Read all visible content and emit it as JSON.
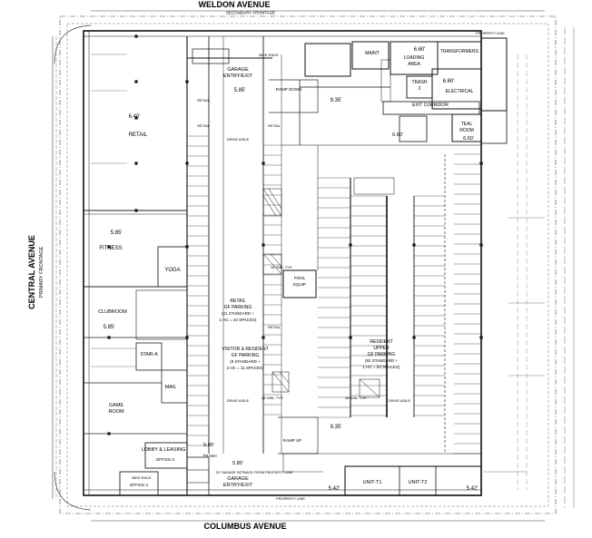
{
  "streets": {
    "north": {
      "name": "WELDON AVENUE",
      "sub": "SECONDARY FRONTAGE"
    },
    "south": {
      "name": "COLUMBUS AVENUE",
      "sub": ""
    },
    "west": {
      "name": "CENTRAL AVENUE",
      "sub": "PRIMARY FRONTAGE"
    }
  },
  "rooms": [
    {
      "id": "retail-a",
      "label": "RETAIL",
      "sub": ""
    },
    {
      "id": "fitness",
      "label": "FITNESS",
      "sub": ""
    },
    {
      "id": "yoga",
      "label": "YOGA",
      "sub": ""
    },
    {
      "id": "clubroom",
      "label": "CLUBROOM",
      "sub": ""
    },
    {
      "id": "stair-a",
      "label": "STAIR-A",
      "sub": ""
    },
    {
      "id": "mail",
      "label": "MAIL",
      "sub": ""
    },
    {
      "id": "game-room",
      "label": "GAME",
      "sub": "ROOM"
    },
    {
      "id": "lobby",
      "label": "LOBBY & LEASING",
      "sub": ""
    },
    {
      "id": "office-2",
      "label": "OFFICE-2",
      "sub": ""
    },
    {
      "id": "office-1",
      "label": "OFFICE-1",
      "sub": ""
    },
    {
      "id": "trash-s",
      "label": "TRASH",
      "sub": ""
    },
    {
      "id": "garage-top",
      "label": "GARAGE",
      "sub": "ENTRY/EXIT"
    },
    {
      "id": "garage-bot",
      "label": "GARAGE",
      "sub": "ENTRY/EXIT"
    },
    {
      "id": "loading",
      "label": "LOADING",
      "sub": "AREA"
    },
    {
      "id": "maint",
      "label": "MAINT",
      "sub": ""
    },
    {
      "id": "transformers",
      "label": "TRANSFORMERS",
      "sub": ""
    },
    {
      "id": "trash-2",
      "label": "TRASH",
      "sub": "2"
    },
    {
      "id": "electrical",
      "label": "ELECTRICAL",
      "sub": ""
    },
    {
      "id": "exit-corridor",
      "label": "EXIT CORRIDOR",
      "sub": ""
    },
    {
      "id": "teal-room",
      "label": "TEAL",
      "sub": "ROOM"
    },
    {
      "id": "pool-equip",
      "label": "POOL",
      "sub": "EQUIP"
    },
    {
      "id": "unit-t1",
      "label": "UNIT-T1",
      "sub": ""
    },
    {
      "id": "unit-t2",
      "label": "UNIT-T2",
      "sub": ""
    }
  ],
  "parking_blocks": [
    {
      "id": "retail-parking",
      "lines": [
        "RETAIL",
        "GF PARKING",
        "(21 STANDARD +",
        "1 HC = 22 SPACES)"
      ]
    },
    {
      "id": "visitor-parking",
      "lines": [
        "VISITOR & RESIDENT",
        "GF PARKING",
        "(9 STANDARD +",
        "2 HC = 11 SPACES)"
      ]
    },
    {
      "id": "resident-parking",
      "lines": [
        "RESIDENT",
        "UPPER",
        "GF PARKING",
        "(82 STANDARD +",
        "1 HC = 83 SPACES)"
      ]
    }
  ],
  "elevations": [
    "6.40'",
    "5.85'",
    "5.85'",
    "5.85'",
    "5.85'",
    "9.35'",
    "9.35'",
    "6.60'",
    "6.60'",
    "6.60'",
    "6.60'",
    "5.42'",
    "5.42'",
    "5.85'"
  ],
  "labels": {
    "retail-stack": "RETAIL",
    "ramp-down": "RAMP DOWN",
    "ramp-up": "RAMP UP",
    "drive-aisle": "DRIVE AISLE",
    "min-typ": "18' MIN. TYP.",
    "garage-setback": "20' GARAGE SETBACK FROM PROPERTY LINE",
    "property-line": "PROPERTY LINE",
    "bike-rack": "BIKE RACK"
  }
}
